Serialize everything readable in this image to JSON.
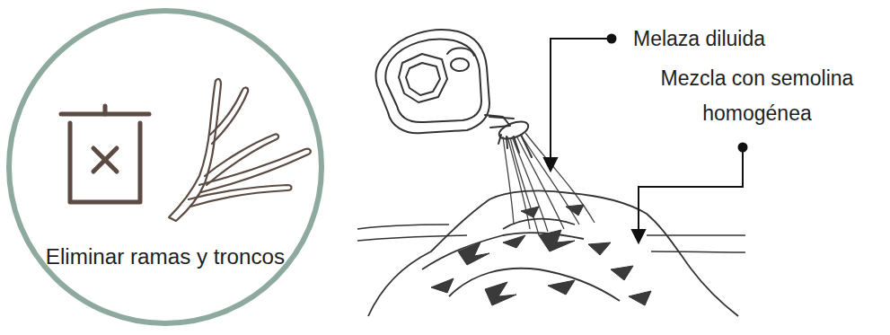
{
  "diagram": {
    "nodes": [
      {
        "text": [
          "Eliminar ramas y troncos"
        ]
      }
    ],
    "labels": [
      "Melaza diluida",
      "Mezcla con semolina homogénea"
    ]
  }
}
